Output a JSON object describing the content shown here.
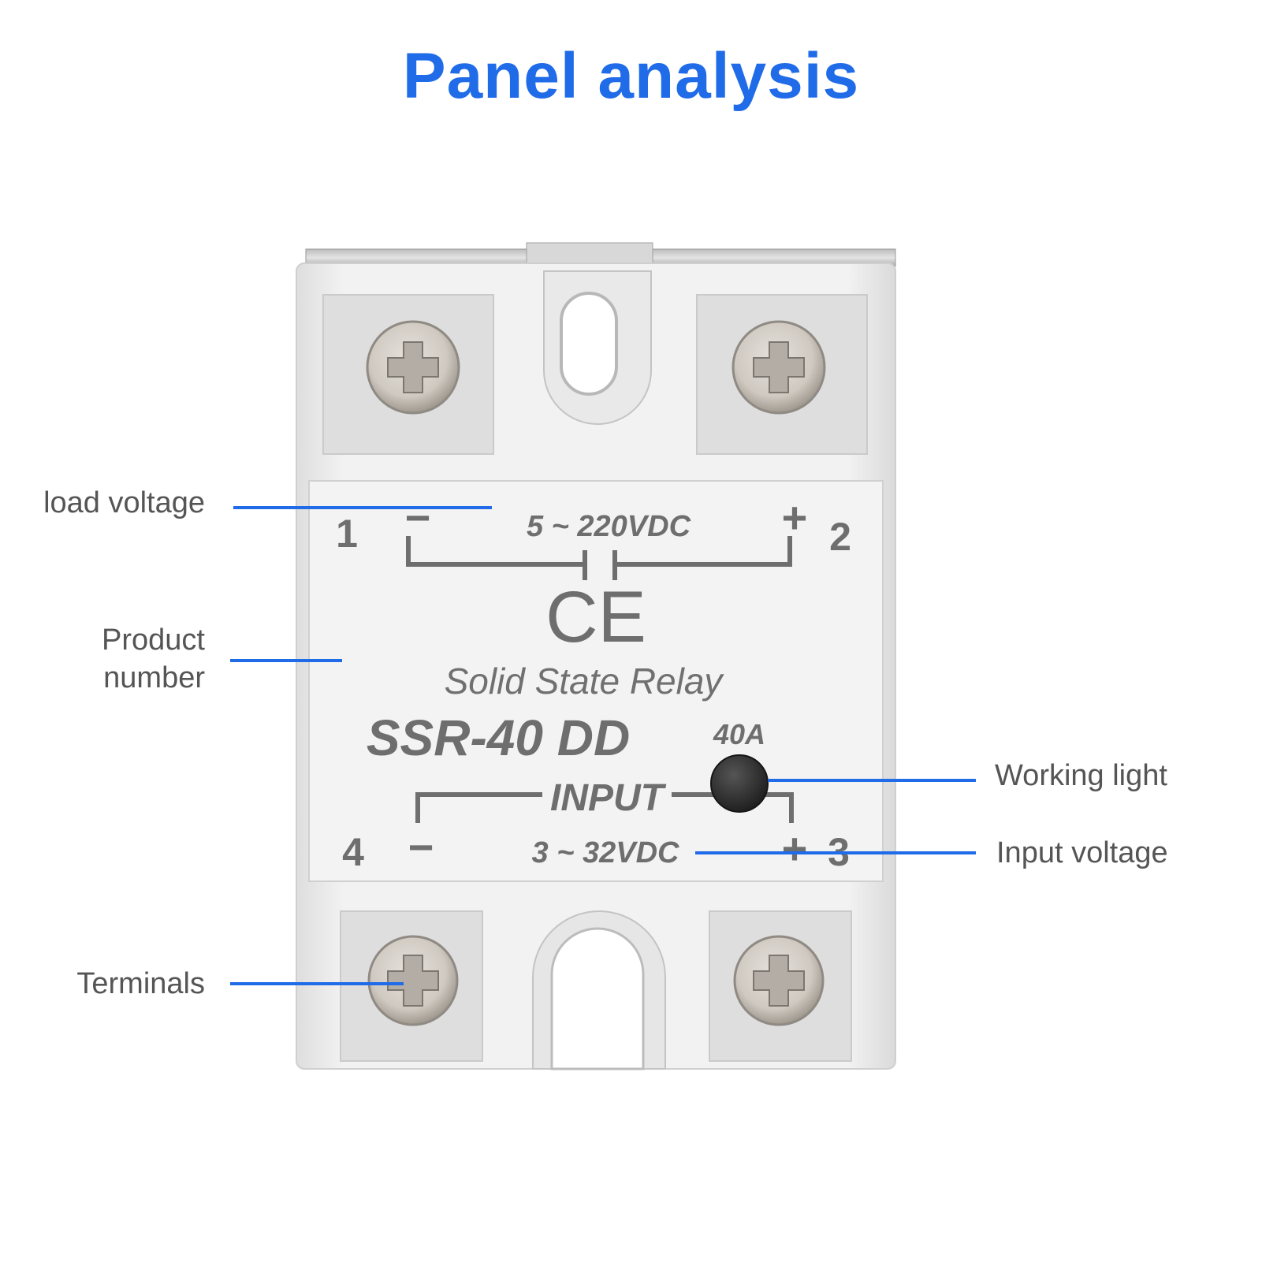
{
  "title": "Panel analysis",
  "callouts": {
    "load_voltage": "load voltage",
    "product_number": "Product number",
    "terminals": "Terminals",
    "working_light": "Working light",
    "input_voltage": "Input voltage"
  },
  "panel": {
    "terminal_1": "1",
    "terminal_2": "2",
    "terminal_3": "3",
    "terminal_4": "4",
    "minus": "−",
    "plus": "+",
    "load_range": "5 ~ 220VDC",
    "ce_mark": "CE",
    "product_name": "Solid State Relay",
    "model": "SSR-40 DD",
    "current": "40A",
    "input_label": "INPUT",
    "input_range": "3 ~ 32VDC"
  },
  "colors": {
    "accent": "#1f6be8",
    "label_gray": "#555555",
    "print_gray": "#6e6e6e",
    "housing": "#ececec",
    "led": "#2b2b2b"
  }
}
